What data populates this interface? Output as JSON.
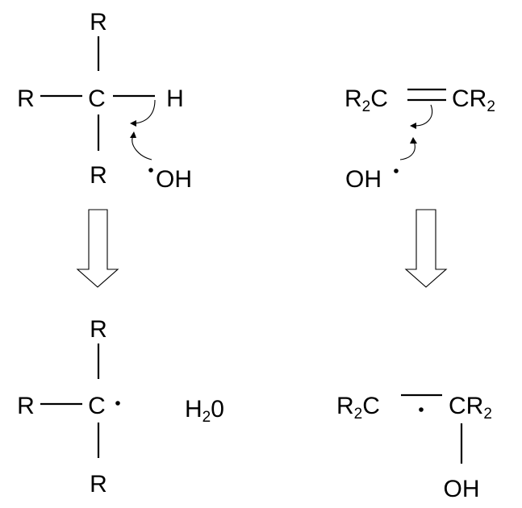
{
  "left_reactant": {
    "top_substituent": "R",
    "left_substituent": "R",
    "bottom_substituent": "R",
    "carbon": "C",
    "hydrogen": "H",
    "hydroxyl_radical": "OH"
  },
  "left_product": {
    "top_substituent": "R",
    "left_substituent": "R",
    "bottom_substituent": "R",
    "carbon": "C",
    "water": {
      "h": "H",
      "subscript": "2",
      "o": "0"
    }
  },
  "right_reactant": {
    "left_group": {
      "r": "R",
      "subscript": "2",
      "c": "C"
    },
    "right_group": {
      "c": "C",
      "r": "R",
      "subscript": "2"
    },
    "hydroxyl_radical": "OH"
  },
  "right_product": {
    "left_group": {
      "r": "R",
      "subscript": "2",
      "c": "C"
    },
    "right_group": {
      "c": "C",
      "r": "R",
      "subscript": "2"
    },
    "hydroxyl": "OH"
  }
}
